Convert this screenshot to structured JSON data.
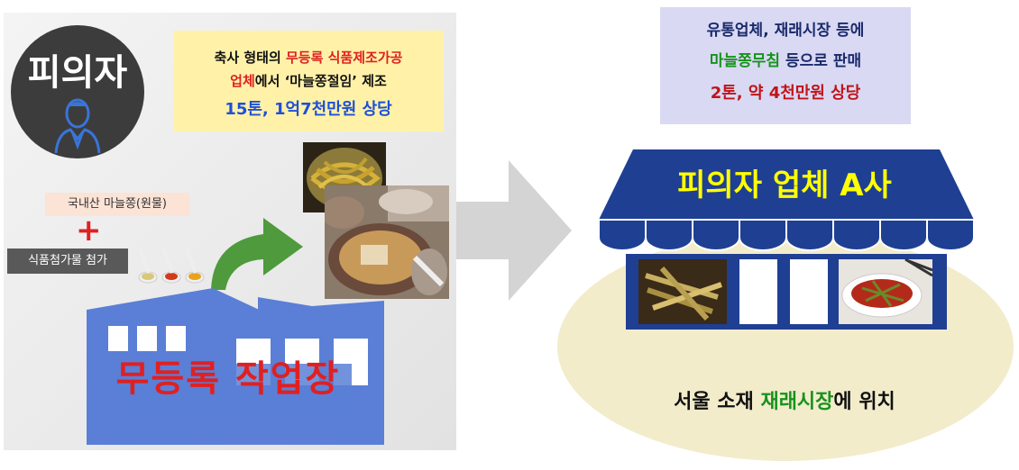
{
  "suspect": {
    "label": "피의자",
    "icon": "person-icon"
  },
  "manufacture": {
    "line1_pre": "축사 형태의 ",
    "line1_red": "무등록 식품제조가공",
    "line2_red": "업체",
    "line2_post": "에서 ‘마늘쫑절임’ 제조",
    "line3": "15톤, 1억7천만원 상당"
  },
  "ingredients": {
    "raw": "국내산 마늘쫑(원물)",
    "plus": "+",
    "additive": "식품첨가물 첨가"
  },
  "factory": {
    "label": "무등록 작업장",
    "icon": "factory-icon"
  },
  "distribution": {
    "line1": "유통업체, 재래시장 등에",
    "line2_green": "마늘쫑무침",
    "line2_post": " 등으로 판매",
    "line3": "2톤, 약 4천만원 상당"
  },
  "shop": {
    "name": "피의자 업체 A사",
    "icon": "storefront-icon",
    "location_pre": "서울 소재 ",
    "location_green": "재래시장",
    "location_post": "에 위치"
  },
  "colors": {
    "red": "#e02020",
    "blue": "#1f4fd8",
    "green": "#18921e",
    "factory_blue": "#5b7fd6",
    "shop_navy": "#1f3f93",
    "manufacture_bg": "#fff2a8",
    "distribution_bg": "#d9d9f3"
  }
}
